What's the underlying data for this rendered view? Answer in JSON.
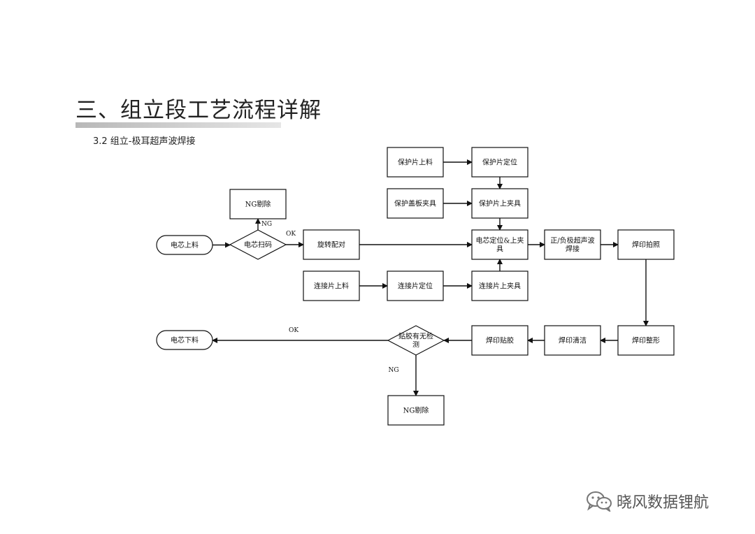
{
  "page": {
    "title": "三、组立段工艺流程详解",
    "subtitle": "3.2 组立-极耳超声波焊接"
  },
  "flowchart": {
    "nodes": [
      {
        "id": "cell_load",
        "shape": "terminal",
        "label": "电芯上料"
      },
      {
        "id": "scan",
        "shape": "decision",
        "label": "电芯扫码"
      },
      {
        "id": "ng_remove_1",
        "shape": "process",
        "label": "NG剔除"
      },
      {
        "id": "rotate_match",
        "shape": "process",
        "label": "旋转配对"
      },
      {
        "id": "protect_load",
        "shape": "process",
        "label": "保护片上料"
      },
      {
        "id": "protect_pos",
        "shape": "process",
        "label": "保护片定位"
      },
      {
        "id": "cover_clamp",
        "shape": "process",
        "label": "保护盖板夹具"
      },
      {
        "id": "protect_fixture",
        "shape": "process",
        "label": "保护片上夹具"
      },
      {
        "id": "cell_pos_fixture",
        "shape": "process",
        "label_lines": [
          "电芯定位&上夹",
          "具"
        ]
      },
      {
        "id": "ultrasonic_weld",
        "shape": "process",
        "label_lines": [
          "正/负极超声波",
          "焊接"
        ]
      },
      {
        "id": "weld_photo",
        "shape": "process",
        "label": "焊印拍照"
      },
      {
        "id": "conn_load",
        "shape": "process",
        "label": "连接片上料"
      },
      {
        "id": "conn_pos",
        "shape": "process",
        "label": "连接片定位"
      },
      {
        "id": "conn_fixture",
        "shape": "process",
        "label": "连接片上夹具"
      },
      {
        "id": "weld_shape",
        "shape": "process",
        "label": "焊印整形"
      },
      {
        "id": "weld_clean",
        "shape": "process",
        "label": "焊印清洁"
      },
      {
        "id": "weld_tape",
        "shape": "process",
        "label": "焊印贴胶"
      },
      {
        "id": "tape_check",
        "shape": "decision",
        "label_lines": [
          "贴胶有无检",
          "测"
        ]
      },
      {
        "id": "ng_remove_2",
        "shape": "process",
        "label": "NG剔除"
      },
      {
        "id": "cell_unload",
        "shape": "terminal",
        "label": "电芯下料"
      }
    ],
    "edges": [
      {
        "from": "cell_load",
        "to": "scan",
        "label": ""
      },
      {
        "from": "scan",
        "to": "ng_remove_1",
        "label": "NG"
      },
      {
        "from": "scan",
        "to": "rotate_match",
        "label": "OK"
      },
      {
        "from": "rotate_match",
        "to": "cell_pos_fixture",
        "label": ""
      },
      {
        "from": "protect_load",
        "to": "protect_pos",
        "label": ""
      },
      {
        "from": "protect_pos",
        "to": "protect_fixture",
        "label": ""
      },
      {
        "from": "cover_clamp",
        "to": "protect_fixture",
        "label": ""
      },
      {
        "from": "protect_fixture",
        "to": "cell_pos_fixture",
        "label": ""
      },
      {
        "from": "conn_load",
        "to": "conn_pos",
        "label": ""
      },
      {
        "from": "conn_pos",
        "to": "conn_fixture",
        "label": ""
      },
      {
        "from": "conn_fixture",
        "to": "cell_pos_fixture",
        "label": ""
      },
      {
        "from": "cell_pos_fixture",
        "to": "ultrasonic_weld",
        "label": ""
      },
      {
        "from": "ultrasonic_weld",
        "to": "weld_photo",
        "label": ""
      },
      {
        "from": "weld_photo",
        "to": "weld_shape",
        "label": ""
      },
      {
        "from": "weld_shape",
        "to": "weld_clean",
        "label": ""
      },
      {
        "from": "weld_clean",
        "to": "weld_tape",
        "label": ""
      },
      {
        "from": "weld_tape",
        "to": "tape_check",
        "label": ""
      },
      {
        "from": "tape_check",
        "to": "cell_unload",
        "label": "OK"
      },
      {
        "from": "tape_check",
        "to": "ng_remove_2",
        "label": "NG"
      }
    ]
  },
  "watermark": {
    "text": "晓风数据锂航",
    "icon": "wechat-icon"
  }
}
